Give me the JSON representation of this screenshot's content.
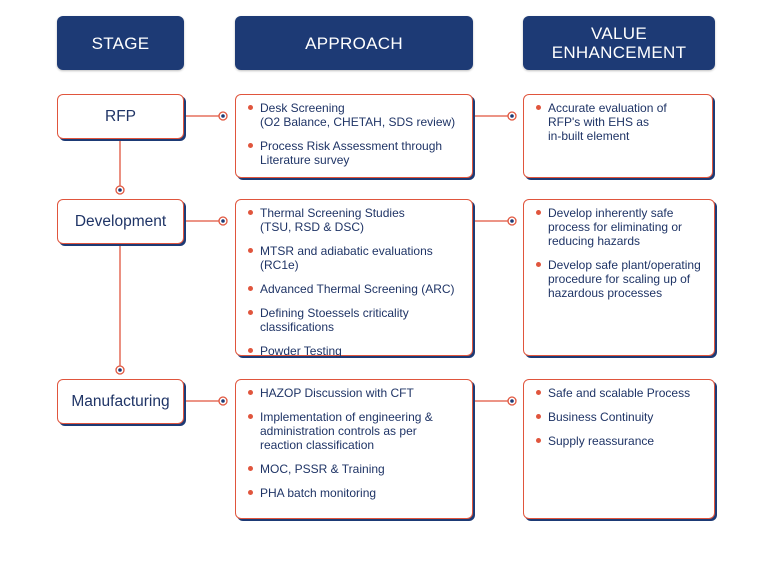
{
  "colors": {
    "accent": "#e0553d",
    "navy": "#1d3a75",
    "text": "#1f3466"
  },
  "headers": {
    "stage": "STAGE",
    "approach": "APPROACH",
    "value": "VALUE\nENHANCEMENT"
  },
  "stages": {
    "rfp": "RFP",
    "development": "Development",
    "manufacturing": "Manufacturing"
  },
  "approach": {
    "rfp": [
      "Desk Screening\n(O2 Balance, CHETAH, SDS  review)",
      "Process Risk Assessment through\nLiterature survey"
    ],
    "development": [
      "Thermal Screening Studies\n(TSU, RSD & DSC)",
      "MTSR and adiabatic evaluations (RC1e)",
      "Advanced Thermal Screening (ARC)",
      "Defining Stoessels criticality\nclassifications",
      "Powder Testing"
    ],
    "manufacturing": [
      "HAZOP Discussion with CFT",
      "Implementation of engineering &\nadministration controls as per\nreaction classification",
      "MOC, PSSR & Training",
      "PHA batch monitoring"
    ]
  },
  "value": {
    "rfp": [
      "Accurate evaluation of\nRFP's with EHS as\nin-built element"
    ],
    "development": [
      "Develop inherently safe\nprocess for eliminating or\nreducing hazards",
      "Develop safe plant/operating\nprocedure for scaling up of\nhazardous processes"
    ],
    "manufacturing": [
      "Safe and scalable Process",
      "Business Continuity",
      "Supply reassurance"
    ]
  }
}
